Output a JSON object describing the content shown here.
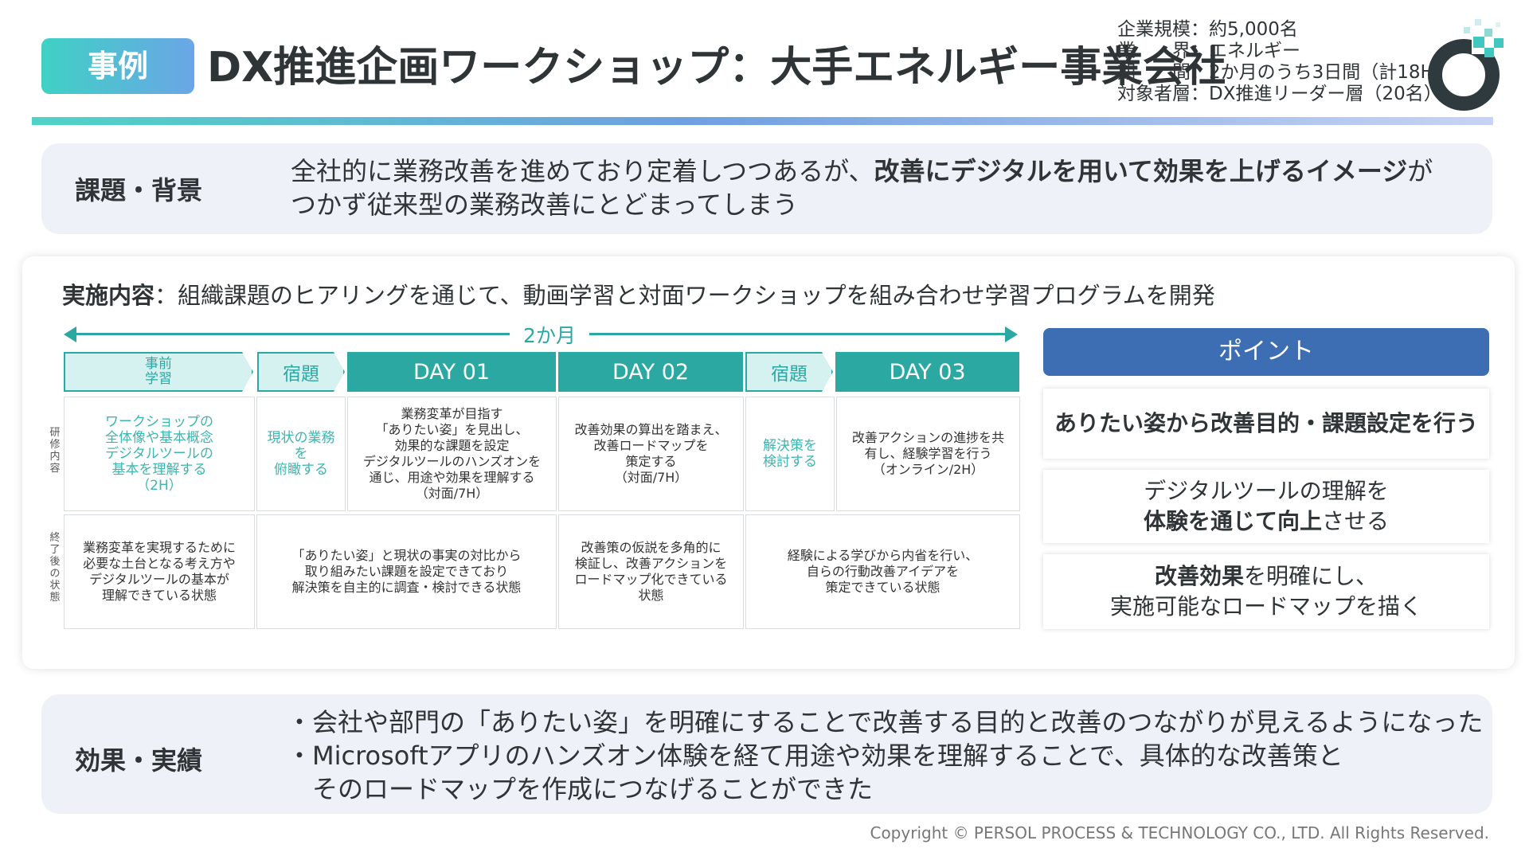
{
  "header": {
    "badge": "事例",
    "title": "DX推進企画ワークショップ：大手エネルギー事業会社",
    "meta": [
      "企業規模：約5,000名",
      "業　　界：エネルギー",
      "期　　間：2か月のうち3日間（計18H）",
      "対象者層：DX推進リーダー層（20名）"
    ]
  },
  "issue": {
    "label": "課題・背景",
    "text_a": "全社的に業務改善を進めており定着しつつあるが、",
    "text_b": "改善にデジタルを用いて効果を上げるイメージ",
    "text_c": "が",
    "text_d": "つかず従来型の業務改善にとどまってしまう"
  },
  "implementation": {
    "label": "実施内容",
    "text": "：組織課題のヒアリングを通じて、動画学習と対面ワークショップを組み合わせ学習プログラムを開発",
    "duration": "2か月",
    "row_labels": {
      "content": "研修内容",
      "after": "終了後の状態"
    },
    "phases": [
      {
        "label_1": "事前",
        "label_2": "学習"
      },
      {
        "label": "宿題"
      },
      {
        "label": "DAY 01"
      },
      {
        "label": "DAY 02"
      },
      {
        "label": "宿題"
      },
      {
        "label": "DAY 03"
      }
    ],
    "content": [
      {
        "lines": [
          "ワークショップの",
          "全体像や基本概念",
          "デジタルツールの",
          "基本を理解する",
          "（2H）"
        ]
      },
      {
        "lines": [
          "現状の業務を",
          "俯瞰する"
        ]
      },
      {
        "lines": [
          "業務変革が目指す",
          "「ありたい姿」を見出し、",
          "効果的な課題を設定",
          "デジタルツールのハンズオンを",
          "通じ、用途や効果を理解する",
          "（対面/7H）"
        ]
      },
      {
        "lines": [
          "改善効果の算出を踏まえ、",
          "改善ロードマップを",
          "策定する",
          "（対面/7H）"
        ]
      },
      {
        "lines": [
          "解決策を",
          "検討する"
        ]
      },
      {
        "lines": [
          "改善アクションの進捗を共",
          "有し、経験学習を行う",
          "（オンライン/2H）"
        ]
      }
    ],
    "after": [
      {
        "lines": [
          "業務変革を実現するために",
          "必要な土台となる考え方や",
          "デジタルツールの基本が",
          "理解できている状態"
        ]
      },
      {
        "lines": [
          "「ありたい姿」と現状の事実の対比から",
          "取り組みたい課題を設定できており",
          "解決策を自主的に調査・検討できる状態"
        ]
      },
      {
        "lines": [
          "改善策の仮説を多角的に",
          "検証し、改善アクションを",
          "ロードマップ化できている",
          "状態"
        ]
      },
      {
        "lines": [
          "経験による学びから内省を行い、",
          "自らの行動改善アイデアを",
          "策定できている状態"
        ]
      }
    ]
  },
  "points": {
    "header": "ポイント",
    "p1": "ありたい姿から改善目的・課題設定を行う",
    "p2_line1": "デジタルツールの理解を",
    "p2_bold": "体験を通じて向上",
    "p2_rest": "させる",
    "p3_bold": "改善効果",
    "p3_rest": "を明確にし、",
    "p3_line2": "実施可能なロードマップを描く"
  },
  "results": {
    "label": "効果・実績",
    "lines": [
      "・会社や部門の「ありたい姿」を明確にすることで改善する目的と改善のつながりが見えるようになった",
      "・Microsoftアプリのハンズオン体験を経て用途や効果を理解することで、具体的な改善策と",
      "　そのロードマップを作成につなげることができた"
    ]
  },
  "copyright": "Copyright © PERSOL PROCESS & TECHNOLOGY  CO., LTD. All Rights Reserved.",
  "colors": {
    "accent_teal": "#2ca8a2",
    "accent_blue": "#3d6eb4",
    "panel_bg": "#eef1f7"
  }
}
